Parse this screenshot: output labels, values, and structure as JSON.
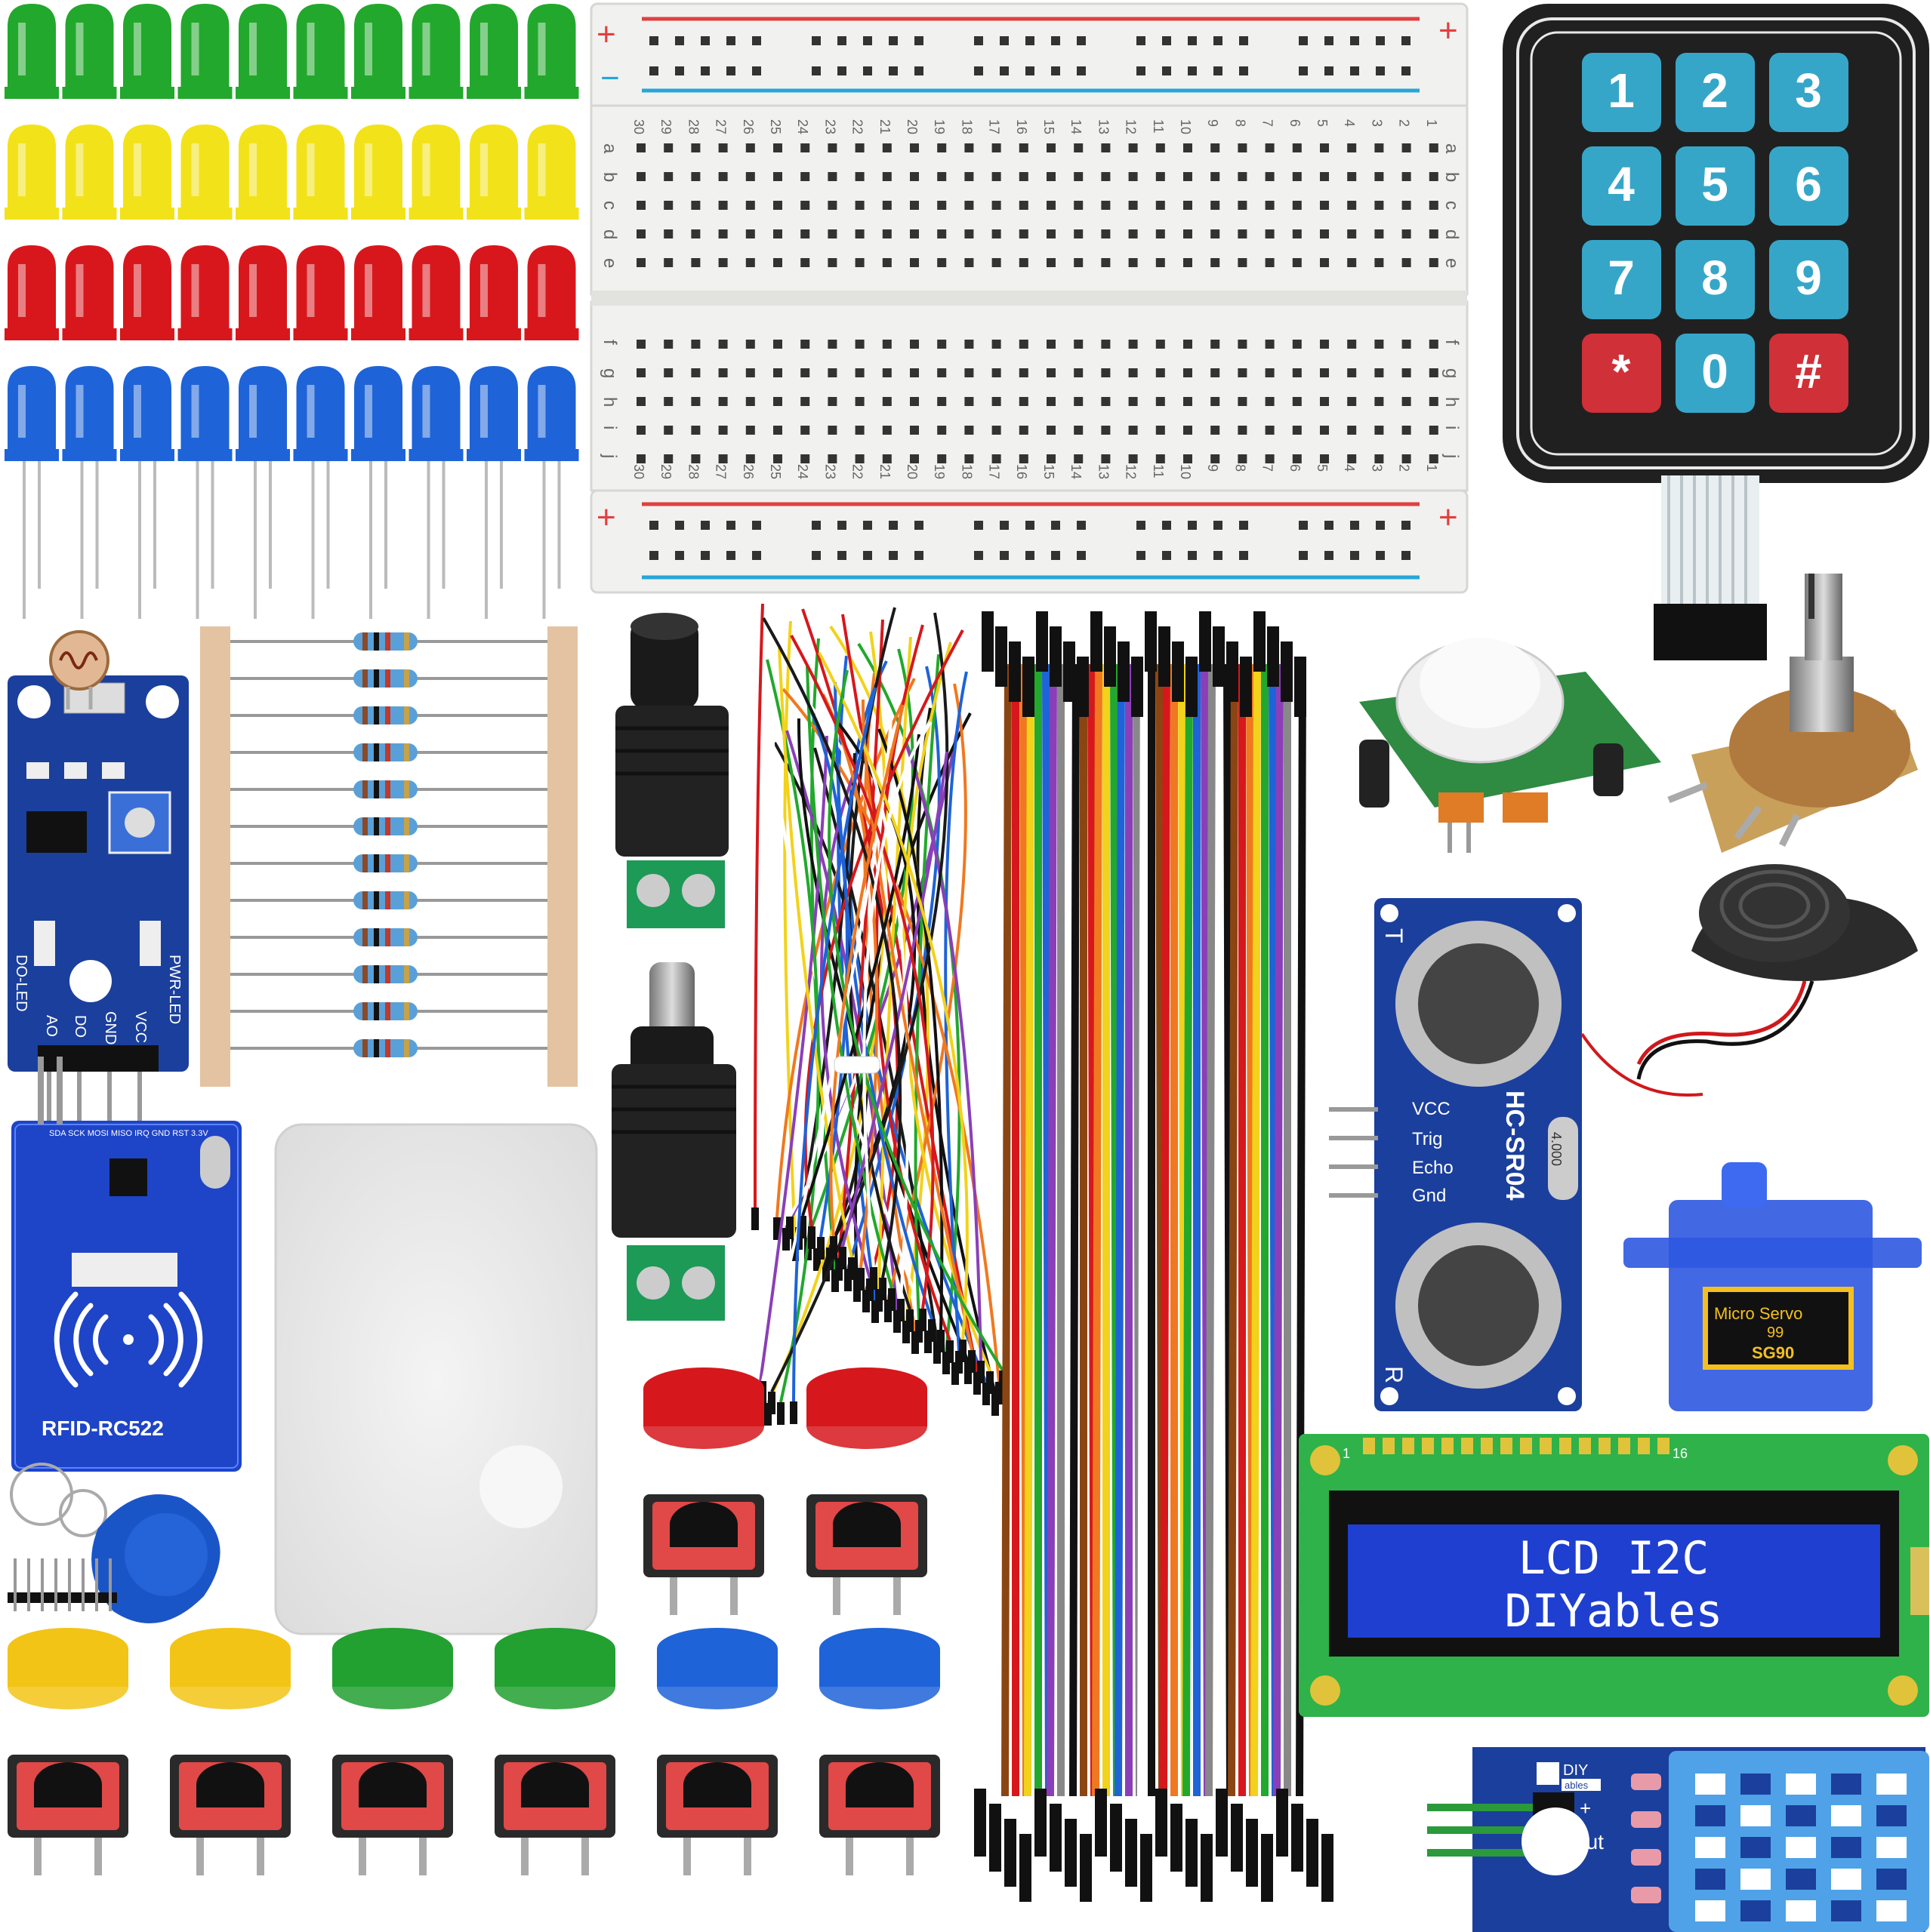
{
  "colors": {
    "led_green": "#22a82c",
    "led_yellow": "#f2e21a",
    "led_red": "#d8171c",
    "led_blue": "#1e63d8",
    "pcb_blue": "#1b3f9c",
    "lcd_green": "#2fb24a",
    "lcd_screen": "#1f3fd0",
    "keypad_key": "#36a6c8",
    "keypad_red": "#d03038",
    "breadboard": "#f1f1ef",
    "rail_red": "#e04040",
    "rail_blue": "#27a6d8"
  },
  "breadboard": {
    "plus": "+",
    "minus": "−",
    "columns_top": [
      "30",
      "29",
      "28",
      "27",
      "26",
      "25",
      "24",
      "23",
      "22",
      "21",
      "20",
      "19",
      "18",
      "17",
      "16",
      "15",
      "14",
      "13",
      "12",
      "11",
      "10",
      "9",
      "8",
      "7",
      "6",
      "5",
      "4",
      "3",
      "2",
      "1"
    ],
    "rows_top": [
      "a",
      "b",
      "c",
      "d",
      "e"
    ],
    "rows_bottom": [
      "f",
      "g",
      "h",
      "i",
      "j"
    ]
  },
  "keypad": {
    "keys": [
      "1",
      "2",
      "3",
      "4",
      "5",
      "6",
      "7",
      "8",
      "9",
      "*",
      "0",
      "#"
    ]
  },
  "ldr_module": {
    "labels": [
      "PWR-LED",
      "DO-LED",
      "AO",
      "DO",
      "GND",
      "VCC"
    ]
  },
  "rfid": {
    "label": "RFID-RC522",
    "pin_row": "SDA SCK MOSI MISO IRQ GND RST 3.3V"
  },
  "ultrasonic": {
    "model": "HC-SR04",
    "pins": [
      "VCC",
      "Trig",
      "Echo",
      "Gnd"
    ],
    "t_label": "T",
    "r_label": "R",
    "crystal": "4.000"
  },
  "servo": {
    "line1": "Micro Servo",
    "line2": "99",
    "model": "SG90"
  },
  "lcd": {
    "line1": "LCD I2C",
    "line2": "DIYables",
    "pin_start": "1",
    "pin_end": "16"
  },
  "dht": {
    "brand_top": "DIY",
    "brand_bottom": "ables",
    "plus": "+",
    "out": "out"
  }
}
